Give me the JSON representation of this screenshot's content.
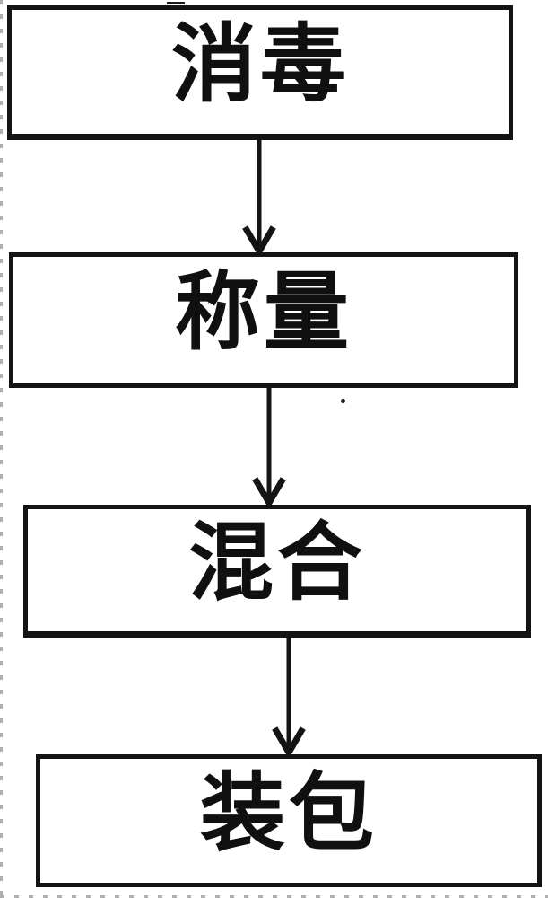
{
  "flowchart": {
    "type": "process-flow",
    "direction": "top-to-bottom",
    "steps": [
      {
        "label": "消毒"
      },
      {
        "label": "称量"
      },
      {
        "label": "混合"
      },
      {
        "label": "装包"
      }
    ],
    "connectors": [
      {
        "from": 0,
        "to": 1,
        "type": "arrow-down"
      },
      {
        "from": 1,
        "to": 2,
        "type": "arrow-down"
      },
      {
        "from": 2,
        "to": 3,
        "type": "arrow-down"
      }
    ],
    "colors": {
      "line": "#141414",
      "text": "#101010",
      "background": "#ffffff",
      "scan_marks": "#9b9b9b"
    }
  }
}
